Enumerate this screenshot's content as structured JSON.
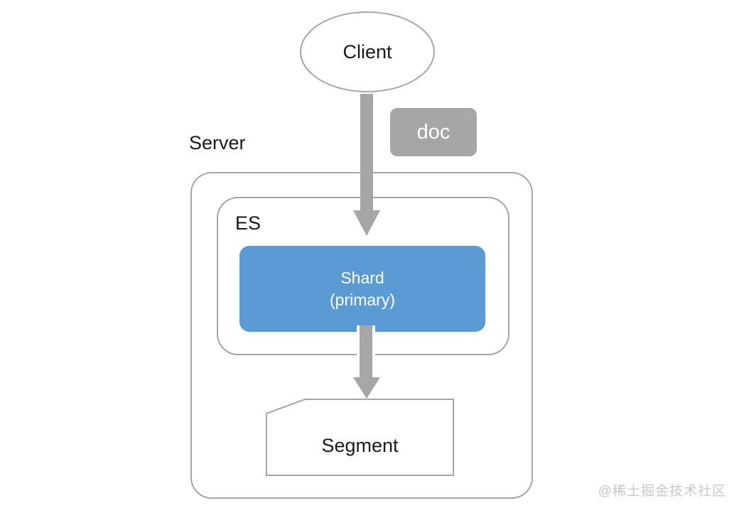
{
  "diagram": {
    "nodes": {
      "client": {
        "label": "Client",
        "shape": "ellipse"
      },
      "doc": {
        "label": "doc",
        "shape": "rounded-rect"
      },
      "server": {
        "label": "Server",
        "shape": "rounded-container"
      },
      "es": {
        "label": "ES",
        "shape": "rounded-container"
      },
      "shard": {
        "label_line1": "Shard",
        "label_line2": "(primary)",
        "shape": "rounded-rect"
      },
      "segment": {
        "label": "Segment",
        "shape": "card-snipped-corner"
      }
    },
    "edges": [
      {
        "from": "client",
        "to": "shard",
        "annotation": "doc",
        "direction": "down"
      },
      {
        "from": "shard",
        "to": "segment",
        "direction": "down"
      }
    ],
    "colors": {
      "background": "#FFFFFF",
      "container_border": "#A6A6A6",
      "arrow_fill": "#A6A6A6",
      "doc_fill": "#A6A6A6",
      "shard_fill": "#5B9BD5",
      "text_dark": "#1A1A1A",
      "text_light": "#FFFFFF",
      "watermark": "#C9C9C9"
    },
    "watermark_text": "@稀土掘金技术社区"
  }
}
